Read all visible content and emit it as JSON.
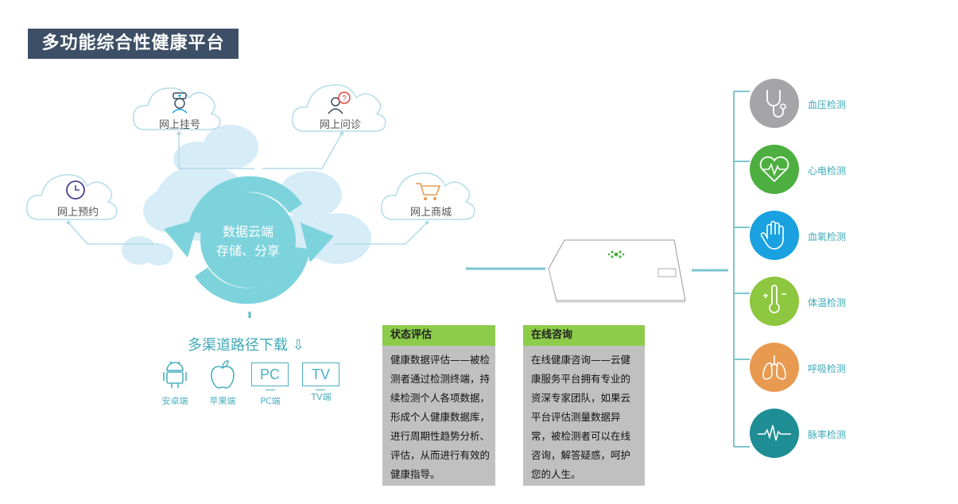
{
  "title": "多功能综合性健康平台",
  "clouds": [
    {
      "id": "guahao",
      "label": "网上挂号",
      "icon": "nurse-icon"
    },
    {
      "id": "wenzhen",
      "label": "网上问诊",
      "icon": "consult-question-icon"
    },
    {
      "id": "yuyue",
      "label": "网上预约",
      "icon": "clock-icon"
    },
    {
      "id": "shangcheng",
      "label": "网上商城",
      "icon": "shopping-cart-icon"
    }
  ],
  "center": {
    "line1": "数据云端",
    "line2": "存储、分享"
  },
  "download": {
    "title": "多渠道路径下载",
    "arrow": "⇩",
    "platforms": [
      {
        "label": "安卓端",
        "icon": "android-icon"
      },
      {
        "label": "苹果端",
        "icon": "apple-icon"
      },
      {
        "label": "PC端",
        "icon": "pc-icon",
        "glyph": "PC"
      },
      {
        "label": "TV端",
        "icon": "tv-icon",
        "glyph": "TV"
      }
    ]
  },
  "panels": [
    {
      "title": "状态评估",
      "body": "健康数据评估——被检测者通过检测终端，持续检测个人各项数据，形成个人健康数据库，进行周期性趋势分析、评估，从而进行有效的健康指导。"
    },
    {
      "title": "在线咨询",
      "body": "在线健康咨询——云健康服务平台拥有专业的资深专家团队，如果云平台评估测量数据异常，被检测者可以在线咨询，解答疑惑，呵护您的人生。"
    }
  ],
  "detections": [
    {
      "label": "血压检测",
      "icon": "stethoscope-icon",
      "color": "#a5a5a7"
    },
    {
      "label": "心电检测",
      "icon": "heart-ecg-icon",
      "color": "#4caf3f"
    },
    {
      "label": "血氧检测",
      "icon": "hand-icon",
      "color": "#1aa1e0"
    },
    {
      "label": "体温检测",
      "icon": "thermometer-icon",
      "color": "#8dc63f"
    },
    {
      "label": "呼吸检测",
      "icon": "lungs-icon",
      "color": "#e79a50"
    },
    {
      "label": "脉率检测",
      "icon": "pulse-icon",
      "color": "#1e8d94"
    }
  ],
  "colors": {
    "accent": "#3fa9b6",
    "cloud": "#d6ecf7",
    "ring": "#7dd3dc",
    "title_bg": "#3d4f66",
    "panel_head": "#8ccc4a",
    "panel_body": "#c0c0c0"
  }
}
